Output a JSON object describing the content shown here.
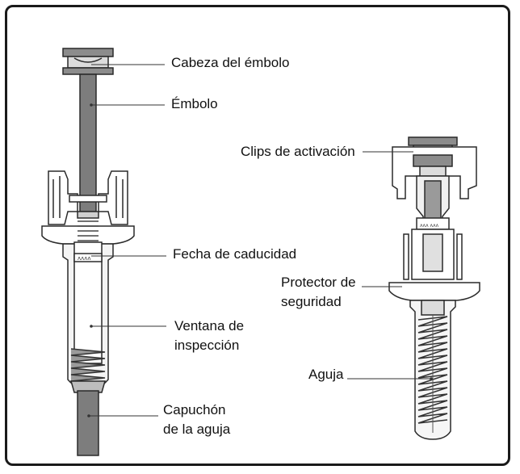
{
  "labels": {
    "plunger_head": "Cabeza del émbolo",
    "plunger": "Émbolo",
    "expiry_date": "Fecha de caducidad",
    "inspection_window_l1": "Ventana de",
    "inspection_window_l2": "inspección",
    "needle_cap_l1": "Capuchón",
    "needle_cap_l2": "de la aguja",
    "activation_clips": "Clips de activación",
    "safety_guard_l1": "Protector de",
    "safety_guard_l2": "seguridad",
    "needle": "Aguja"
  },
  "colors": {
    "outline": "#2a2a2a",
    "gray_fill": "#7d7d7d",
    "light_gray": "#cfcfcf",
    "body_fill": "#eeeeee",
    "leader": "#333333"
  }
}
